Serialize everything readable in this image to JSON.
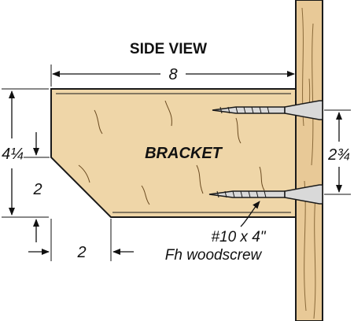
{
  "diagram": {
    "title": "SIDE VIEW",
    "part_label": "BRACKET",
    "dims": {
      "overall_length": "8",
      "overall_height": "4¼",
      "lower_height": "2",
      "bottom_inset": "2",
      "screw_spacing": "2¾"
    },
    "fastener": {
      "line1": "#10 x 4\"",
      "line2": "Fh woodscrew"
    },
    "colors": {
      "wood": "#efd6a8",
      "post": "#e8c997",
      "outline": "#1a1a1a",
      "screw": "#d9d9d9"
    }
  }
}
